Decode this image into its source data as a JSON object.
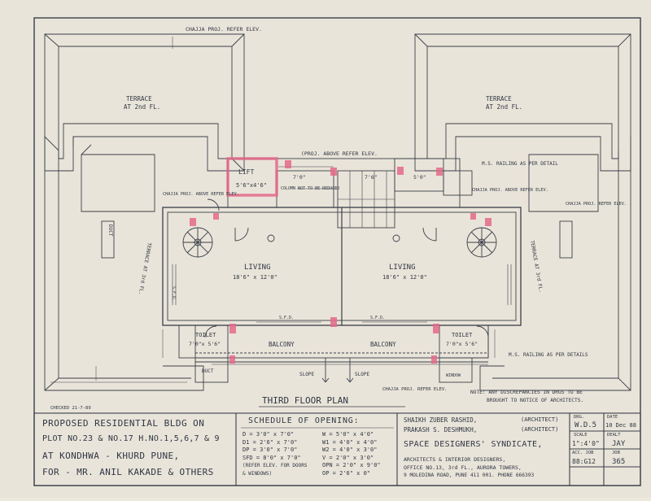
{
  "plan": {
    "title": "THIRD FLOOR PLAN",
    "chajja_top": "CHAJJA PROJ. REFER ELEV.",
    "terrace_left": "TERRACE",
    "terrace_left_floor": "AT 2nd FL.",
    "terrace_right": "TERRACE",
    "terrace_right_floor": "AT 2nd FL.",
    "proj_above": "(PROJ. ABOVE REFER ELEV.",
    "lift": "LIFT",
    "lift_size": "5'6\"x4'6\"",
    "column_note": "COLUMN NOT TO BE REDUCED",
    "dim_7_0": "7'0\"",
    "dim_7_6": "7'6\"",
    "dim_5_0": "5'0\"",
    "ms_railing_top": "M.S. RAILING AS PER DETAIL",
    "chajja_left": "CHAJJA PROJ. ABOVE REFER ELEV.",
    "chajja_right": "CHAJJA PROJ. ABOVE REFER ELEV.",
    "chajja_far_right": "CHAJJA PROJ. REFER ELEV.",
    "duct_left": "DUCT",
    "living_left": "LIVING",
    "living_left_size": "18'6\" x 12'0\"",
    "living_right": "LIVING",
    "living_right_size": "18'6\" x 12'0\"",
    "terrace_3rd_left": "TERRACE AT 3rd FL.",
    "terrace_3rd_right": "TERRACE AT 3rd FL.",
    "sfd_label": "S.F.D.",
    "toilet_left": "TOILET",
    "toilet_left_size": "7'0\"x 5'6\"",
    "toilet_right": "TOILET",
    "toilet_right_size": "7'0\"x 5'6\"",
    "balcony_left": "BALCONY",
    "balcony_right": "BALCONY",
    "ms_railing_bottom": "M.S. RAILING AS PER DETAILS",
    "slope_left": "SLOPE",
    "slope_right": "SLOPE",
    "chajja_bottom": "CHAJJA PROJ. REFER ELEV.",
    "duct_bottom": "DUCT",
    "window": "WINDOW",
    "discrepancy_note_1": "NOTE: ANY DISCREPANCIES IN DRGS TO BE",
    "discrepancy_note_2": "BROUGHT TO NOTICE OF ARCHITECTS.",
    "checked": "CHECKED 21-7-89"
  },
  "title_block": {
    "project_line1": "PROPOSED RESIDENTIAL BLDG ON",
    "project_line2": "PLOT NO.23 & NO.17 H.NO.1,5,6,7 & 9",
    "project_line3": "AT KONDHWA - KHURD PUNE,",
    "project_line4": "FOR - MR. ANIL KAKADE & OTHERS",
    "schedule_title": "SCHEDULE OF OPENING:",
    "schedule_left": [
      "D  = 3'0\" x 7'0\"",
      "D1 = 2'6\" x 7'0\"",
      "DP = 3'0\" x 7'0\"",
      "SFD = 8'0\" x 7'0\"",
      "(REFER ELEV. FOR DOORS",
      "& WINDOWS)"
    ],
    "schedule_right": [
      "W = 5'0\" x 4'0\"",
      "W1 = 4'0\" x 4'0\"",
      "W2 = 4'0\" x 3'0\"",
      "V = 2'0\" x 3'0\"",
      "OPN = 2'0\" x 9'0\"",
      "OP = 2'6\" x 0\""
    ],
    "architect1": "SHAIKH ZUBER RASHID,",
    "architect1_role": "(ARCHITECT)",
    "architect2": "PRAKASH S. DESHMUKH,",
    "architect2_role": "(ARCHITECT)",
    "firm": "SPACE DESIGNERS' SYNDICATE,",
    "firm_line1": "ARCHITECTS & INTERIOR DESIGNERS,",
    "firm_line2": "OFFICE NO.13, 3rd FL., AURORA TOWERS,",
    "firm_line3": "9 MOLEDINA ROAD, PUNE 411 001. PHONE 666393",
    "dwg_label": "DRG.",
    "dwg_value": "W.D.5",
    "date_label": "DATE",
    "date_value": "10 Dec 88",
    "scale_label": "SCALE",
    "scale_value": "1\":4'0\"",
    "dealt_label": "DEALT",
    "dealt_value": "JAY",
    "acc_label": "ACC. JOB",
    "acc_value": "88:G12",
    "job_label": "JOB",
    "job_value": "365"
  },
  "colors": {
    "accent": "#e46a8a",
    "ink": "#3a3f4a",
    "paper": "#ede9de"
  }
}
